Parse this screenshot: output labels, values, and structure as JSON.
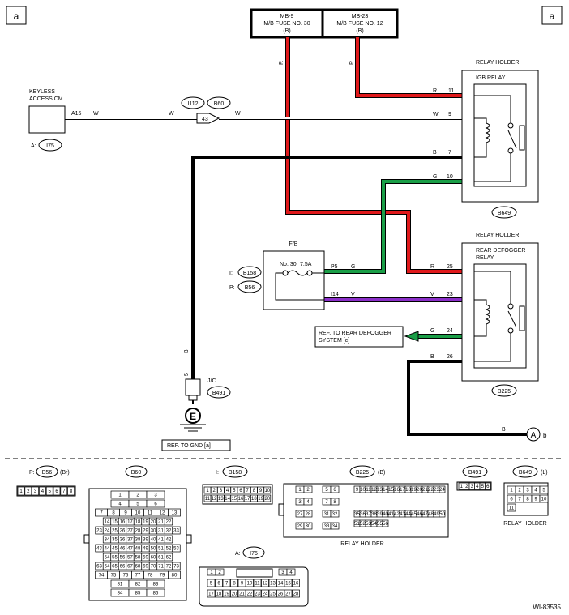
{
  "corner": {
    "left": "a",
    "right": "a"
  },
  "fuses": [
    {
      "line1": "MB-9",
      "line2": "M/B FUSE NO. 30",
      "line3": "(B)"
    },
    {
      "line1": "MB-23",
      "line2": "M/B FUSE NO. 12",
      "line3": "(B)"
    }
  ],
  "wire_colors": {
    "R": "R",
    "W": "W",
    "B": "B",
    "G": "G",
    "V": "V"
  },
  "keyless": {
    "line1": "KEYLESS",
    "line2": "ACCESS CM",
    "pin": "A15",
    "conn_prefix": "A:",
    "conn": "I75"
  },
  "junction": {
    "c1": "I112",
    "c2": "B60",
    "pin": "43"
  },
  "igb_relay": {
    "holder": "RELAY HOLDER",
    "name": "IGB RELAY",
    "pins": [
      "11",
      "9",
      "7",
      "10"
    ],
    "conn": "B649"
  },
  "fb": {
    "title": "F/B",
    "fuse": "No. 30",
    "amp": "7.5A",
    "c1_prefix": "I:",
    "c1": "B158",
    "c2_prefix": "P:",
    "c2": "B56",
    "pin1": "P5",
    "pin2": "I14"
  },
  "defog_relay": {
    "holder": "RELAY HOLDER",
    "name1": "REAR DEFOGGER",
    "name2": "RELAY",
    "pins": [
      "25",
      "23",
      "24",
      "26"
    ],
    "conn": "B225"
  },
  "ref_defog": {
    "line1": "REF. TO REAR DEFOGGER",
    "line2": "SYSTEM  [c]"
  },
  "jc": {
    "label": "J/C",
    "pin": "5",
    "conn": "B491",
    "ground": "E"
  },
  "ref_gnd": "REF. TO GND  [a]",
  "offpage": {
    "circle": "A",
    "label": "b"
  },
  "connectors": {
    "b56": {
      "prefix": "P:",
      "name": "B56",
      "suffix": "(Br)",
      "pins": [
        "1",
        "2",
        "3",
        "4",
        "5",
        "6",
        "7",
        "8"
      ]
    },
    "b60": {
      "name": "B60",
      "rows": [
        [
          "1",
          "2",
          "3"
        ],
        [
          "4",
          "5",
          "6"
        ],
        [
          "7",
          "8",
          "9",
          "10",
          "11",
          "12",
          "13"
        ],
        [
          "14",
          "15",
          "16",
          "17",
          "18",
          "19",
          "20",
          "21",
          "22"
        ],
        [
          "23",
          "24",
          "25",
          "26",
          "27",
          "28",
          "29",
          "30",
          "31",
          "32",
          "33"
        ],
        [
          "34",
          "35",
          "36",
          "37",
          "38",
          "39",
          "40",
          "41",
          "42"
        ],
        [
          "43",
          "44",
          "45",
          "46",
          "47",
          "48",
          "49",
          "50",
          "51",
          "52",
          "53"
        ],
        [
          "54",
          "55",
          "56",
          "57",
          "58",
          "59",
          "60",
          "61",
          "62"
        ],
        [
          "63",
          "64",
          "65",
          "66",
          "67",
          "68",
          "69",
          "70",
          "71",
          "72",
          "73"
        ],
        [
          "74",
          "75",
          "76",
          "77",
          "78",
          "79",
          "80"
        ],
        [
          "81",
          "82",
          "83"
        ],
        [
          "84",
          "85",
          "86"
        ]
      ]
    },
    "b158": {
      "prefix": "I:",
      "name": "B158",
      "row1": [
        "1",
        "2",
        "3",
        "4",
        "5",
        "6",
        "7",
        "8",
        "9",
        "10"
      ],
      "row2": [
        "11",
        "12",
        "13",
        "14",
        "15",
        "16",
        "17",
        "18",
        "19",
        "20"
      ]
    },
    "b225": {
      "name": "B225",
      "suffix": "(B)",
      "caption": "RELAY HOLDER",
      "left": [
        "1",
        "2",
        "3",
        "4",
        "27",
        "28",
        "29",
        "30"
      ],
      "mid": [
        "5",
        "6",
        "7",
        "8",
        "31",
        "32",
        "33",
        "34"
      ],
      "right_rows": [
        [
          "9",
          "10",
          "11",
          "12",
          "13",
          "14",
          "15",
          "16",
          "17",
          "18",
          "19",
          "20",
          "21",
          "22",
          "23",
          "24"
        ],
        [
          "35",
          "36",
          "37",
          "38",
          "39",
          "40",
          "41",
          "42",
          "43",
          "44",
          "45",
          "46",
          "47",
          "48",
          "49",
          "50",
          "51",
          "52",
          "53",
          "54",
          "55",
          "56"
        ]
      ]
    },
    "b491": {
      "name": "B491",
      "pins": [
        "1",
        "2",
        "3",
        "4",
        "5",
        "6"
      ]
    },
    "b649": {
      "name": "B649",
      "suffix": "(L)",
      "caption": "RELAY HOLDER",
      "pins": [
        "1",
        "2",
        "3",
        "4",
        "5",
        "6",
        "7",
        "8",
        "9",
        "10",
        "11"
      ]
    },
    "i75": {
      "prefix": "A:",
      "name": "I75",
      "row1": [
        "1",
        "2",
        "3",
        "4"
      ],
      "row2": [
        "5",
        "6",
        "7",
        "8",
        "9",
        "10",
        "11",
        "12",
        "13",
        "14",
        "15",
        "16"
      ],
      "row3": [
        "17",
        "18",
        "19",
        "20",
        "21",
        "22",
        "23",
        "24",
        "25",
        "26",
        "27",
        "28"
      ]
    }
  },
  "figure_id": "WI-83535",
  "colors": {
    "red": "#e0191b",
    "green": "#1a9e47",
    "violet": "#8b2fc9",
    "black": "#000000"
  }
}
